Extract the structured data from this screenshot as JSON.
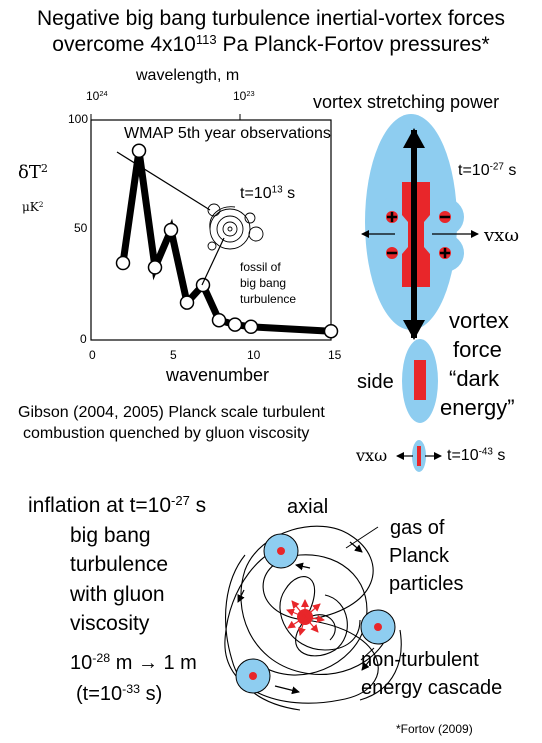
{
  "title": {
    "line1": "Negative big bang turbulence inertial-vortex forces",
    "line2_pre": "overcome 4x10",
    "line2_exp": "113",
    "line2_post": " Pa Planck-Fortov pressures*"
  },
  "chart": {
    "top_axis_label": "wavelength, m",
    "top_tick_1_base": "10",
    "top_tick_1_exp": "24",
    "top_tick_2_base": "10",
    "top_tick_2_exp": "23",
    "y_label_1_base": "δT",
    "y_label_1_exp": "2",
    "y_label_2_base": "μK",
    "y_label_2_exp": "2",
    "box_title": "WMAP 5th year observations",
    "time_label_base": "t=10",
    "time_label_exp": "13",
    "time_label_unit": " s",
    "fossil_line1": "fossil of",
    "fossil_line2": "big bang",
    "fossil_line3": "turbulence",
    "x_axis_label": "wavenumber"
  },
  "chart_data": {
    "type": "line",
    "x": [
      2,
      3,
      4,
      5,
      6,
      7,
      8,
      9,
      10,
      15
    ],
    "y": [
      35,
      86,
      33,
      50,
      17,
      25,
      9,
      7,
      6,
      4
    ],
    "xlim": [
      0,
      15
    ],
    "ylim": [
      0,
      100
    ],
    "xticks": [
      "0",
      "5",
      "10",
      "15"
    ],
    "yticks": [
      "0",
      "50",
      "100"
    ],
    "xlabel": "wavenumber",
    "ylabel": "δT² μK²",
    "title": "WMAP 5th year observations"
  },
  "right_panel": {
    "vortex_stretching": "vortex stretching power",
    "time_27_base": "t=10",
    "time_27_exp": "-27",
    "time_27_unit": " s",
    "vxw_1": "vxω",
    "vortex_force_line1": "vortex",
    "vortex_force_line2": "force",
    "vortex_force_line3": "“dark",
    "vortex_force_line4": "energy”",
    "side_label": "side",
    "vxw_2": "vxω",
    "time_43_base": "t=10",
    "time_43_exp": "-43",
    "time_43_unit": " s"
  },
  "citation": {
    "line1": "Gibson (2004, 2005) Planck scale turbulent",
    "line2": "combustion quenched by gluon viscosity"
  },
  "bottom_left": {
    "line1_pre": "inflation at t=10",
    "line1_exp": "-27",
    "line1_post": " s",
    "line2": "big bang",
    "line3": "turbulence",
    "line4": "with gluon",
    "line5": "viscosity",
    "scale_base": "10",
    "scale_exp": "-28",
    "scale_post": " m → 1 m",
    "time_pre": "(t=10",
    "time_exp": "-33",
    "time_post": " s)"
  },
  "bottom_right": {
    "axial_label": "axial",
    "gas_line1": "gas of",
    "gas_line2": "Planck",
    "gas_line3": "particles",
    "cascade_line1": "non-turbulent",
    "cascade_line2": "energy cascade",
    "footnote": "*Fortov (2009)"
  },
  "colors": {
    "light_blue": "#8ecdf0",
    "red": "#e8262a",
    "black": "#000000"
  }
}
